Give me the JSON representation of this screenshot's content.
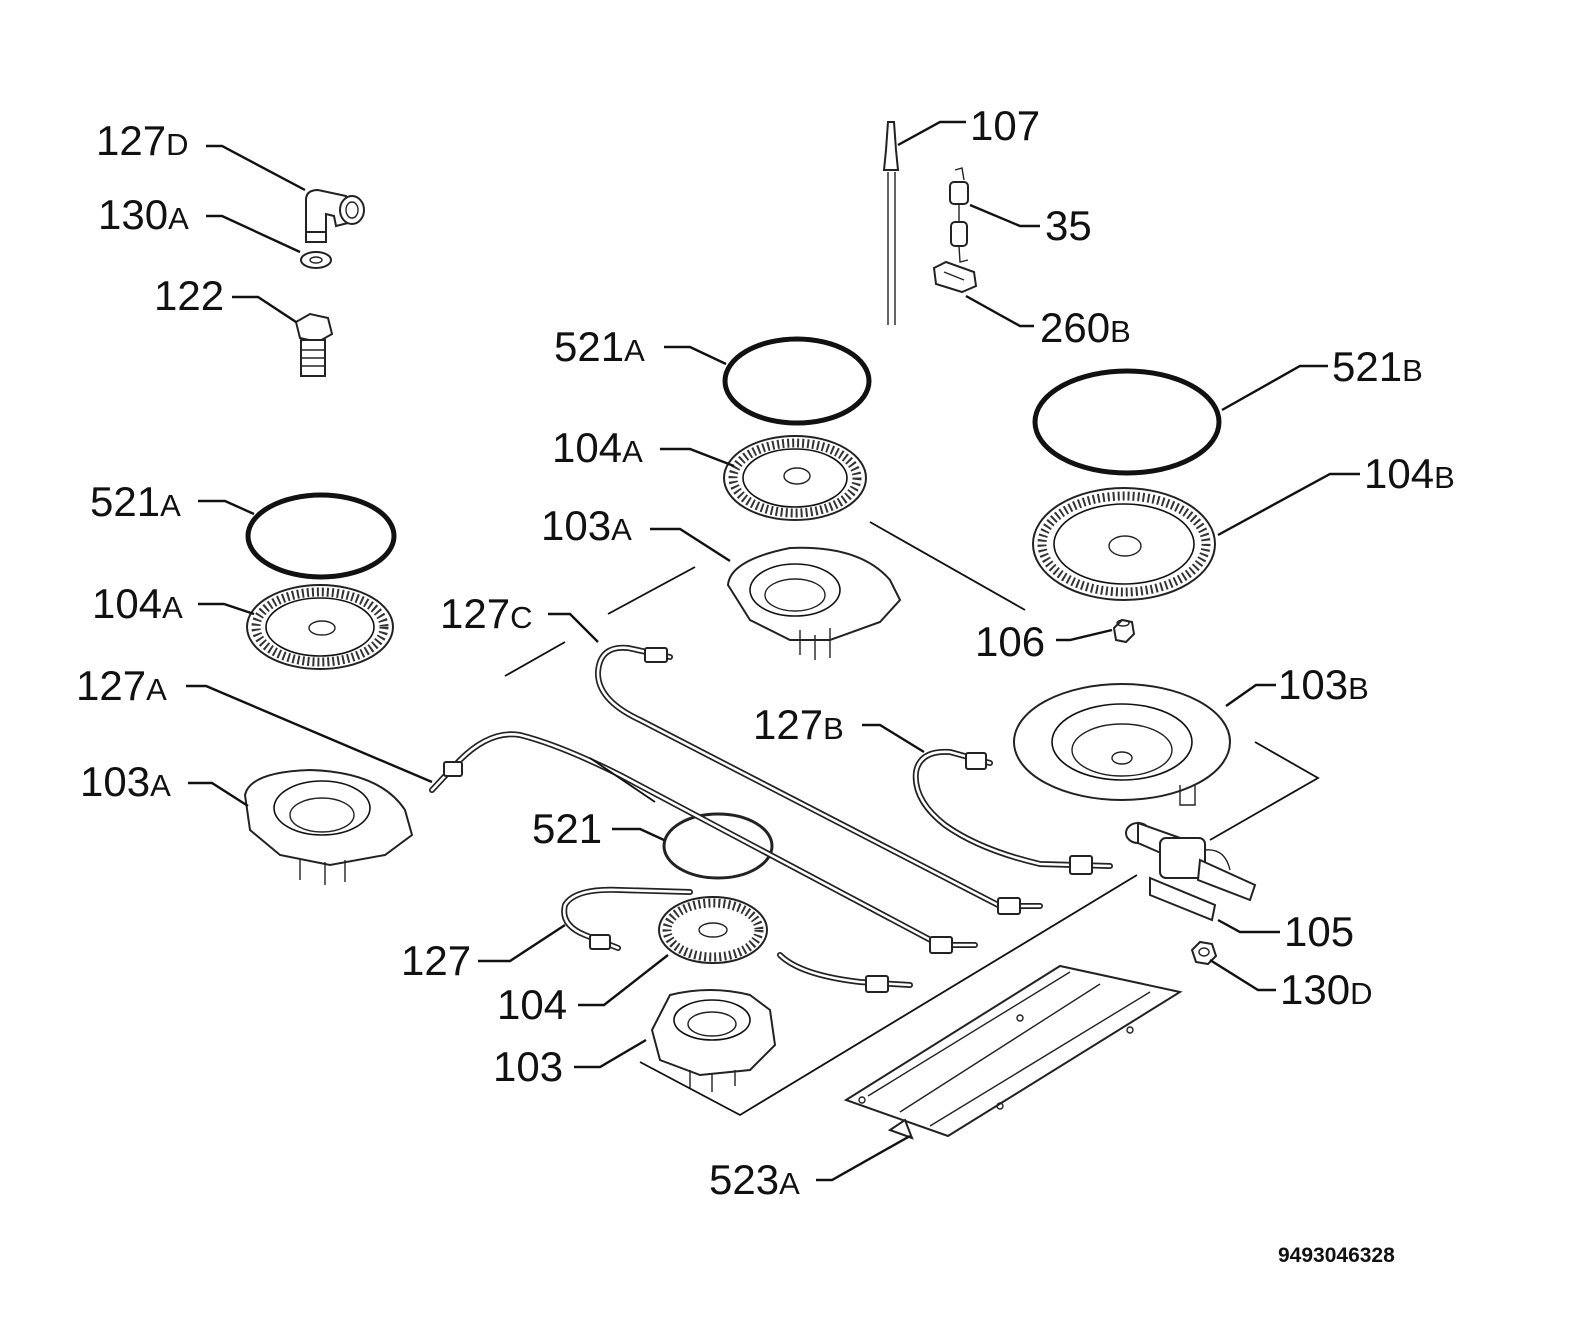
{
  "diagram": {
    "drawing_number": "9493046328",
    "callouts": [
      {
        "id": "127D",
        "number": "127",
        "suffix": "D"
      },
      {
        "id": "130A",
        "number": "130",
        "suffix": "A"
      },
      {
        "id": "122",
        "number": "122",
        "suffix": ""
      },
      {
        "id": "107",
        "number": "107",
        "suffix": ""
      },
      {
        "id": "35",
        "number": "35",
        "suffix": ""
      },
      {
        "id": "260B",
        "number": "260",
        "suffix": "B"
      },
      {
        "id": "521A-top",
        "number": "521",
        "suffix": "A"
      },
      {
        "id": "521B",
        "number": "521",
        "suffix": "B"
      },
      {
        "id": "104A-top",
        "number": "104",
        "suffix": "A"
      },
      {
        "id": "104B",
        "number": "104",
        "suffix": "B"
      },
      {
        "id": "521A-left",
        "number": "521",
        "suffix": "A"
      },
      {
        "id": "103A-top",
        "number": "103",
        "suffix": "A"
      },
      {
        "id": "104A-left",
        "number": "104",
        "suffix": "A"
      },
      {
        "id": "127C",
        "number": "127",
        "suffix": "C"
      },
      {
        "id": "106",
        "number": "106",
        "suffix": ""
      },
      {
        "id": "127A",
        "number": "127",
        "suffix": "A"
      },
      {
        "id": "103B",
        "number": "103",
        "suffix": "B"
      },
      {
        "id": "127B",
        "number": "127",
        "suffix": "B"
      },
      {
        "id": "103A-left",
        "number": "103",
        "suffix": "A"
      },
      {
        "id": "521",
        "number": "521",
        "suffix": ""
      },
      {
        "id": "105",
        "number": "105",
        "suffix": ""
      },
      {
        "id": "127",
        "number": "127",
        "suffix": ""
      },
      {
        "id": "130D",
        "number": "130",
        "suffix": "D"
      },
      {
        "id": "104",
        "number": "104",
        "suffix": ""
      },
      {
        "id": "103",
        "number": "103",
        "suffix": ""
      },
      {
        "id": "523A",
        "number": "523",
        "suffix": "A"
      }
    ]
  }
}
